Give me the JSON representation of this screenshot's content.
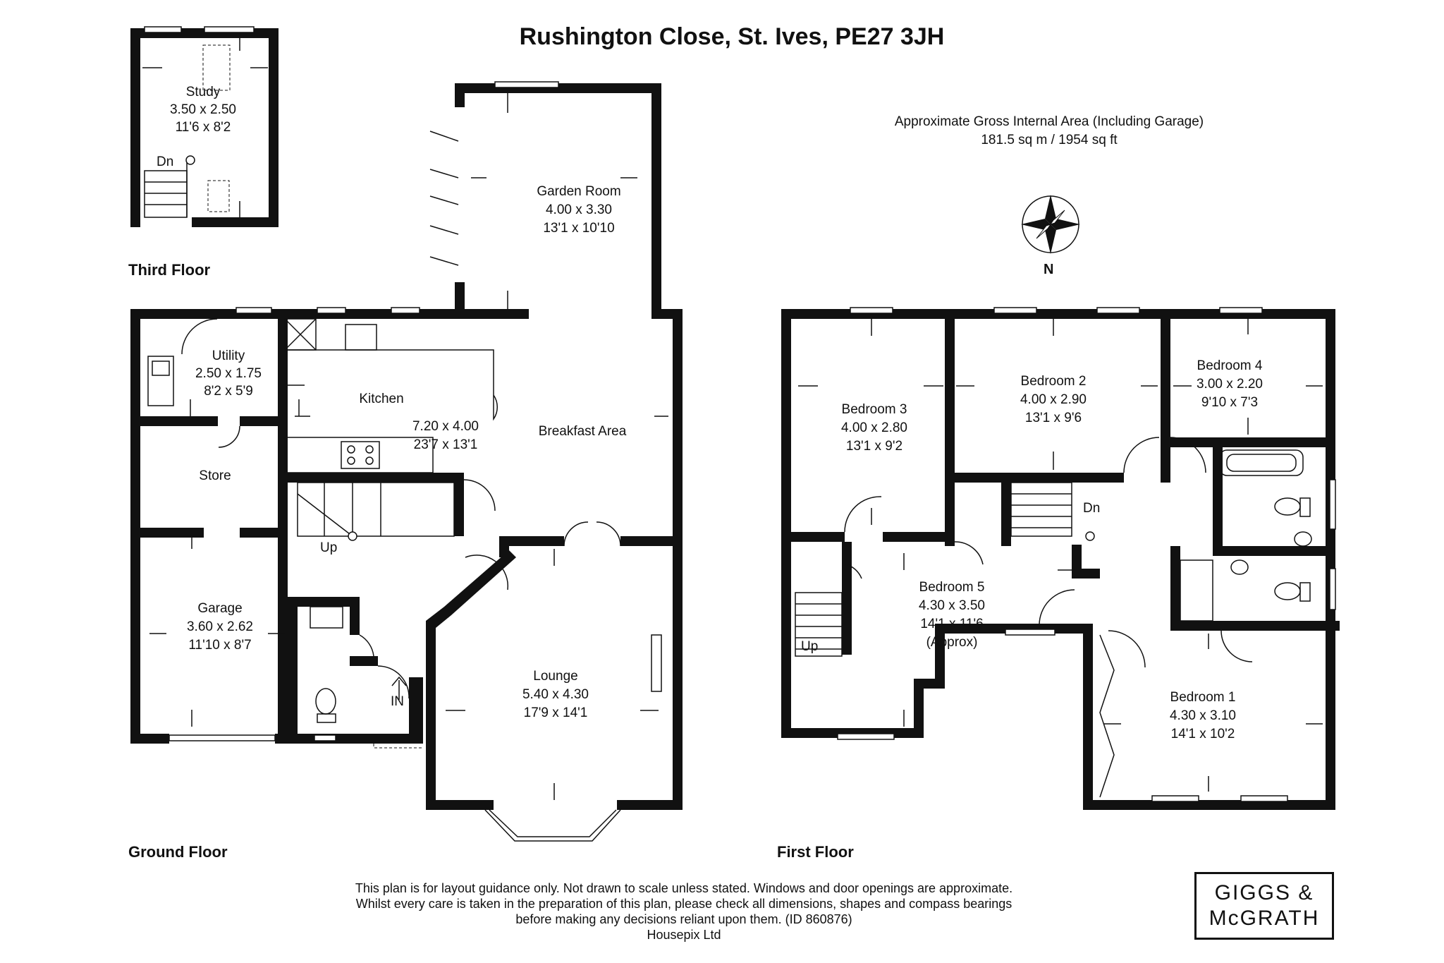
{
  "title": "Rushington Close, St. Ives, PE27 3JH",
  "area": {
    "label": "Approximate Gross Internal Area (Including Garage)",
    "value": "181.5 sq m / 1954 sq ft"
  },
  "compass_label": "N",
  "floors": {
    "third": "Third Floor",
    "ground": "Ground Floor",
    "first": "First Floor"
  },
  "rooms": {
    "study": {
      "name": "Study",
      "metric": "3.50 x 2.50",
      "imperial": "11'6 x 8'2"
    },
    "garden_room": {
      "name": "Garden Room",
      "metric": "4.00 x 3.30",
      "imperial": "13'1 x 10'10"
    },
    "utility": {
      "name": "Utility",
      "metric": "2.50 x 1.75",
      "imperial": "8'2 x 5'9"
    },
    "kitchen": {
      "name": "Kitchen",
      "metric": "7.20 x 4.00",
      "imperial": "23'7 x 13'1"
    },
    "breakfast": {
      "name": "Breakfast Area"
    },
    "store": {
      "name": "Store"
    },
    "garage": {
      "name": "Garage",
      "metric": "3.60 x 2.62",
      "imperial": "11'10 x 8'7"
    },
    "lounge": {
      "name": "Lounge",
      "metric": "5.40 x 4.30",
      "imperial": "17'9 x 14'1"
    },
    "bedroom3": {
      "name": "Bedroom 3",
      "metric": "4.00 x 2.80",
      "imperial": "13'1 x 9'2"
    },
    "bedroom2": {
      "name": "Bedroom 2",
      "metric": "4.00 x 2.90",
      "imperial": "13'1 x 9'6"
    },
    "bedroom4": {
      "name": "Bedroom 4",
      "metric": "3.00 x 2.20",
      "imperial": "9'10 x 7'3"
    },
    "bedroom5": {
      "name": "Bedroom 5",
      "metric": "4.30 x 3.50",
      "imperial": "14'1 x 11'6",
      "note": "(Approx)"
    },
    "bedroom1": {
      "name": "Bedroom 1",
      "metric": "4.30 x 3.10",
      "imperial": "14'1 x 10'2"
    }
  },
  "stairs": {
    "up": "Up",
    "down": "Dn",
    "entrance": "IN"
  },
  "disclaimer": "This plan is for layout guidance only. Not drawn to scale unless stated. Windows and door openings are approximate. Whilst every care is taken in the preparation of this plan, please check all dimensions, shapes and compass bearings before making any decisions reliant upon them. (ID 860876)",
  "credit": "Housepix Ltd",
  "logo": {
    "line1": "GIGGS &",
    "line2": "McGRATH"
  }
}
